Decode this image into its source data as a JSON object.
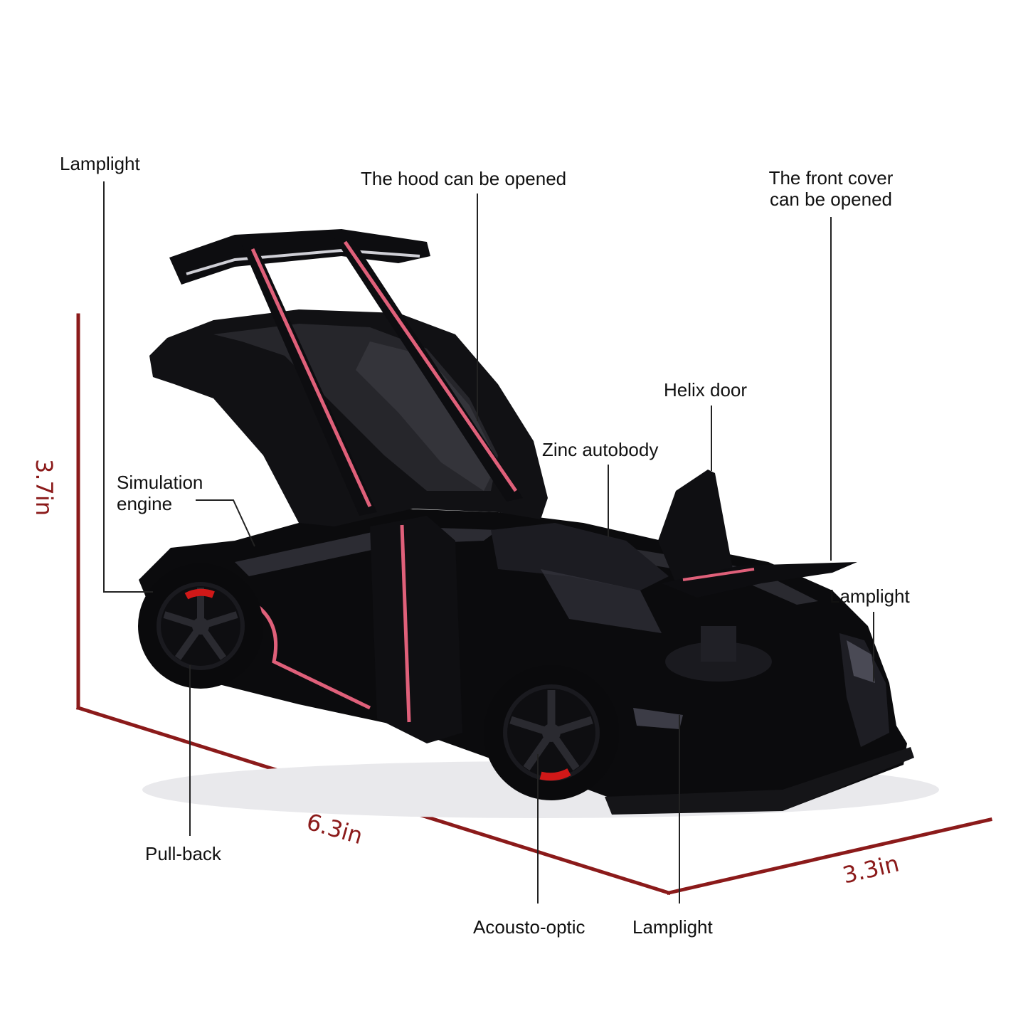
{
  "callouts": {
    "lamplight_rear": "Lamplight",
    "hood": "The hood can be opened",
    "front_cover_line1": "The front cover",
    "front_cover_line2": "can be opened",
    "helix_door": "Helix door",
    "zinc_autobody": "Zinc autobody",
    "simulation_engine_line1": "Simulation",
    "simulation_engine_line2": "engine",
    "lamplight_front_right": "Lamplight",
    "pull_back": "Pull-back",
    "acousto_optic": "Acousto-optic",
    "lamplight_front": "Lamplight"
  },
  "dimensions": {
    "height": "3.7in",
    "length": "6.3in",
    "width": "3.3in"
  },
  "colors": {
    "dimension_line": "#8b1a1a",
    "leader_line": "#222222",
    "car_body": "#0b0b0d",
    "accent_stripe": "#e0607a",
    "brake_caliper": "#d01818"
  }
}
